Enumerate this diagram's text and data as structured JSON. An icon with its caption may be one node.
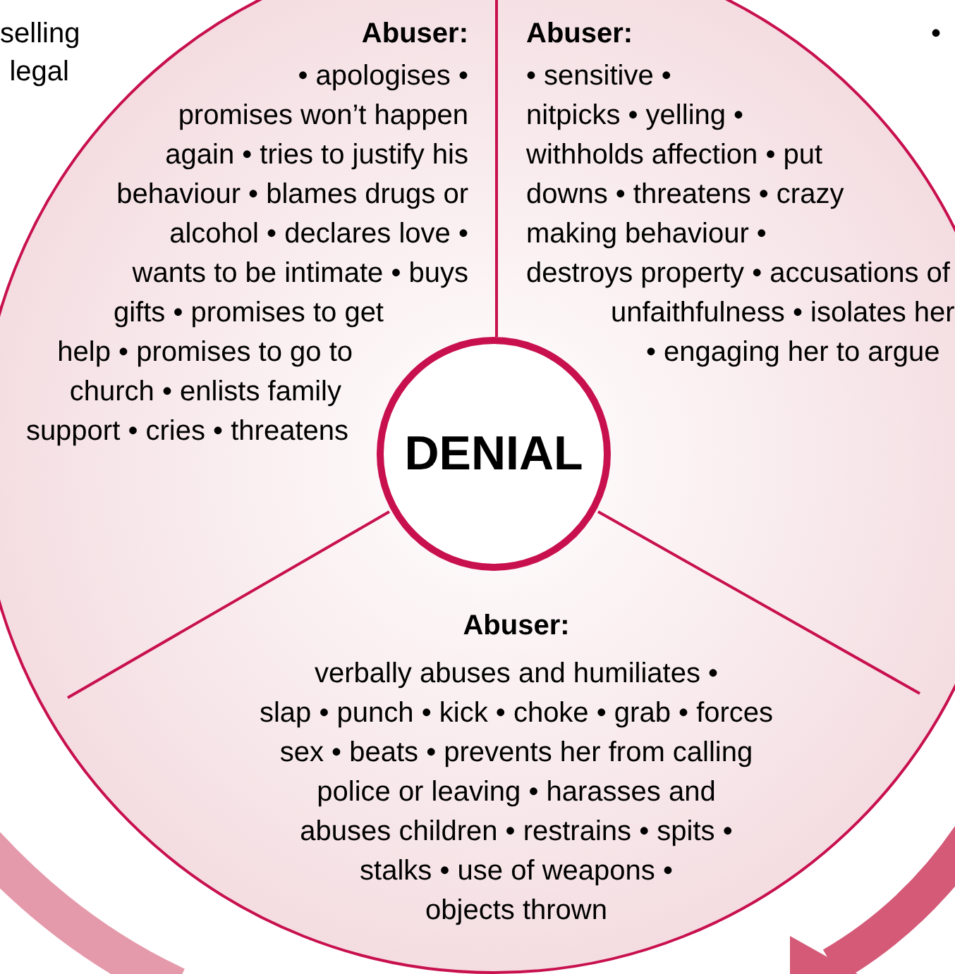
{
  "diagram": {
    "nodes": [
      {
        "text": [
          "Abuser:",
          "• apologises • promises won’t happen again • tries to justify his behaviour • blames drugs or alcohol • declares love • wants to be intimate • buys gifts • promises to get help • promises to go to church • enlists family support • cries • threatens suicide"
        ]
      },
      {
        "text": [
          "Abuser:",
          "• sensitive • nitpicks • yelling • withholds affection • put downs • threatens • crazy making behaviour • destroys property • accusations of unfaithfulness • isolates her • engaging her to argue"
        ]
      },
      {
        "text": [
          "Abuser:",
          "verbally abuses and humiliates • slap • punch • kick • choke • grab • forces sex • beats • prevents her from calling police or leaving • harasses and abuses children • restrains • spits • stalks • use of weapons • objects thrown"
        ]
      },
      {
        "text": [
          "DENIAL"
        ]
      }
    ],
    "labels": [
      "selling",
      "legal",
      "•"
    ]
  }
}
